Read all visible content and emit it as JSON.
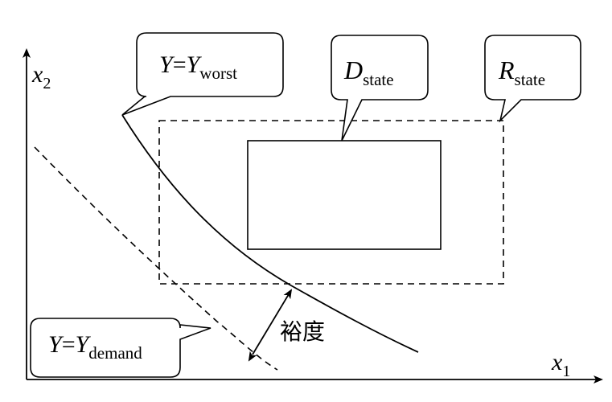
{
  "axes": {
    "x_label": {
      "var": "x",
      "sub": "1"
    },
    "y_label": {
      "var": "x",
      "sub": "2"
    }
  },
  "callouts": {
    "worst": {
      "lhs": "Y",
      "eq": "=",
      "rhs": "Y",
      "sub": "worst"
    },
    "demand": {
      "lhs": "Y",
      "eq": "=",
      "rhs": "Y",
      "sub": "demand"
    },
    "d_state": {
      "var": "D",
      "sub": "state"
    },
    "r_state": {
      "var": "R",
      "sub": "state"
    }
  },
  "margin_label": "裕度"
}
